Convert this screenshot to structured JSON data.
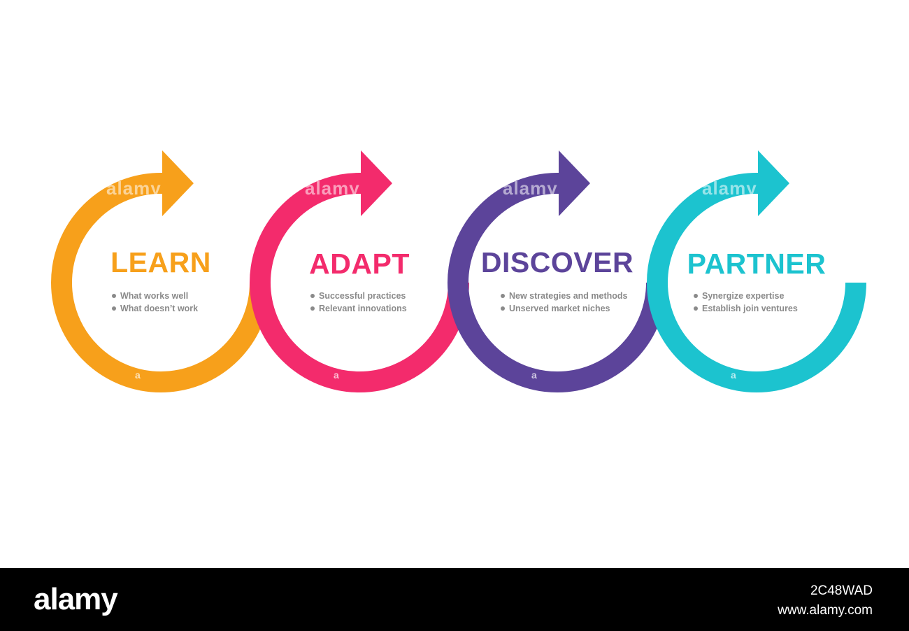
{
  "steps": [
    {
      "title": "LEARN",
      "color": "#F7A01B",
      "bullets": [
        "What works well",
        "What doesn’t work"
      ]
    },
    {
      "title": "ADAPT",
      "color": "#F32B6C",
      "bullets": [
        "Successful practices",
        "Relevant innovations"
      ]
    },
    {
      "title": "DISCOVER",
      "color": "#5C449A",
      "bullets": [
        "New strategies and methods",
        "Unserved market niches"
      ]
    },
    {
      "title": "PARTNER",
      "color": "#1CC3CF",
      "bullets": [
        "Synergize expertise",
        "Establish join ventures"
      ]
    }
  ],
  "watermark": {
    "word": "alamy",
    "mark": "a"
  },
  "footer": {
    "logo": "alamy",
    "image_id": "2C48WAD",
    "url": "www.alamy.com"
  }
}
